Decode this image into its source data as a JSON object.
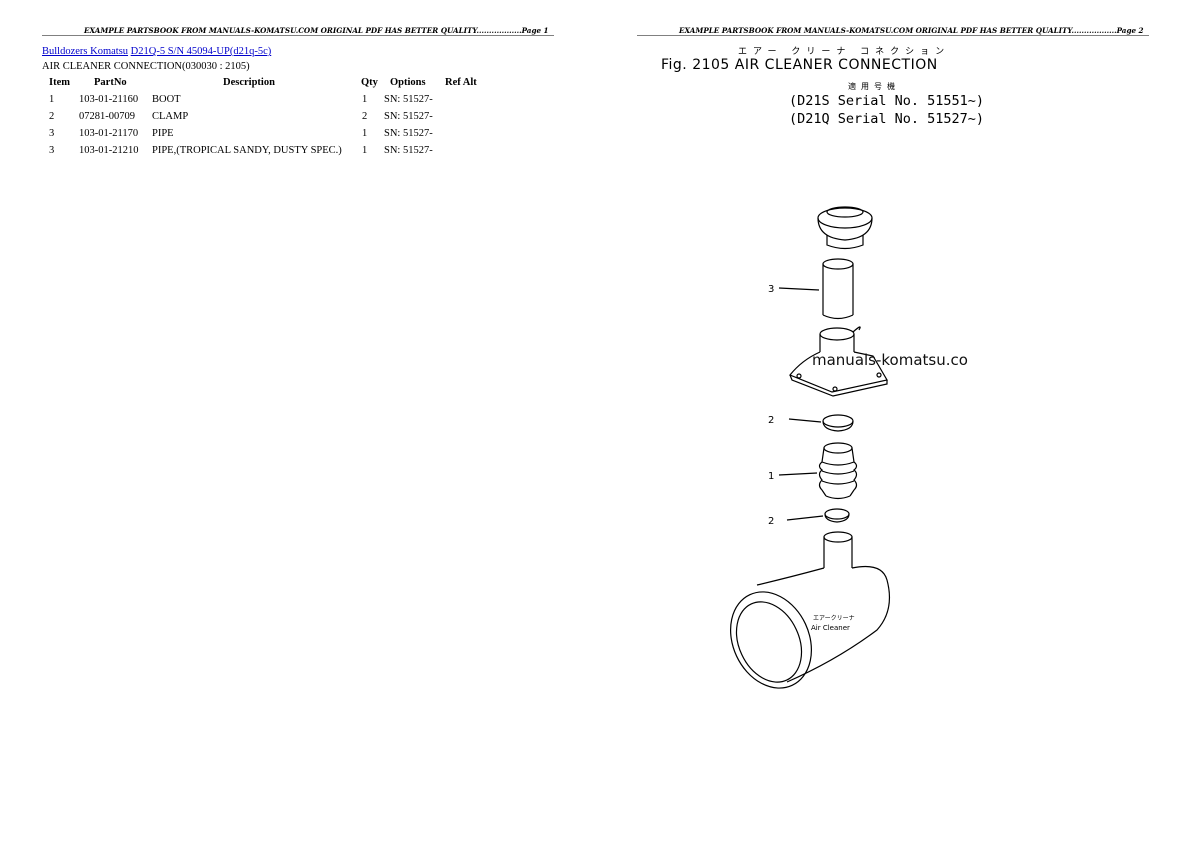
{
  "page1": {
    "header": "EXAMPLE PARTSBOOK FROM MANUALS-KOMATSU.COM ORIGINAL PDF HAS BETTER QUALITY..................Page 1",
    "breadcrumb": {
      "link1": "Bulldozers Komatsu",
      "link2": "D21Q-5 S/N 45094-UP(d21q-5c)"
    },
    "section_title": "AIR CLEANER CONNECTION(030030 : 2105)",
    "table": {
      "columns": [
        "Item",
        "PartNo",
        "Description",
        "Qty",
        "Options",
        "Ref Alt"
      ],
      "rows": [
        {
          "item": "1",
          "partno": "103-01-21160",
          "description": "BOOT",
          "qty": "1",
          "options": "SN: 51527-"
        },
        {
          "item": "2",
          "partno": "07281-00709",
          "description": "CLAMP",
          "qty": "2",
          "options": "SN: 51527-"
        },
        {
          "item": "3",
          "partno": "103-01-21170",
          "description": "PIPE",
          "qty": "1",
          "options": "SN: 51527-"
        },
        {
          "item": "3",
          "partno": "103-01-21210",
          "description": "PIPE,(TROPICAL SANDY, DUSTY SPEC.)",
          "qty": "1",
          "options": "SN: 51527-"
        }
      ]
    }
  },
  "page2": {
    "header": "EXAMPLE PARTSBOOK FROM MANUALS-KOMATSU.COM ORIGINAL PDF HAS BETTER QUALITY..................Page 2",
    "figure": {
      "title_jp": "エアー クリーナ コネクション",
      "title": "Fig. 2105  AIR CLEANER CONNECTION",
      "serial_heading_jp": "適用号機",
      "serial_1": "(D21S Serial No. 51551~)",
      "serial_2": "(D21Q Serial No. 51527~)",
      "callouts": [
        "3",
        "2",
        "1",
        "2"
      ],
      "cleaner_label_jp": "エアークリーナ",
      "cleaner_label": "Air Cleaner"
    },
    "watermark": "manuals-komatsu.co"
  }
}
